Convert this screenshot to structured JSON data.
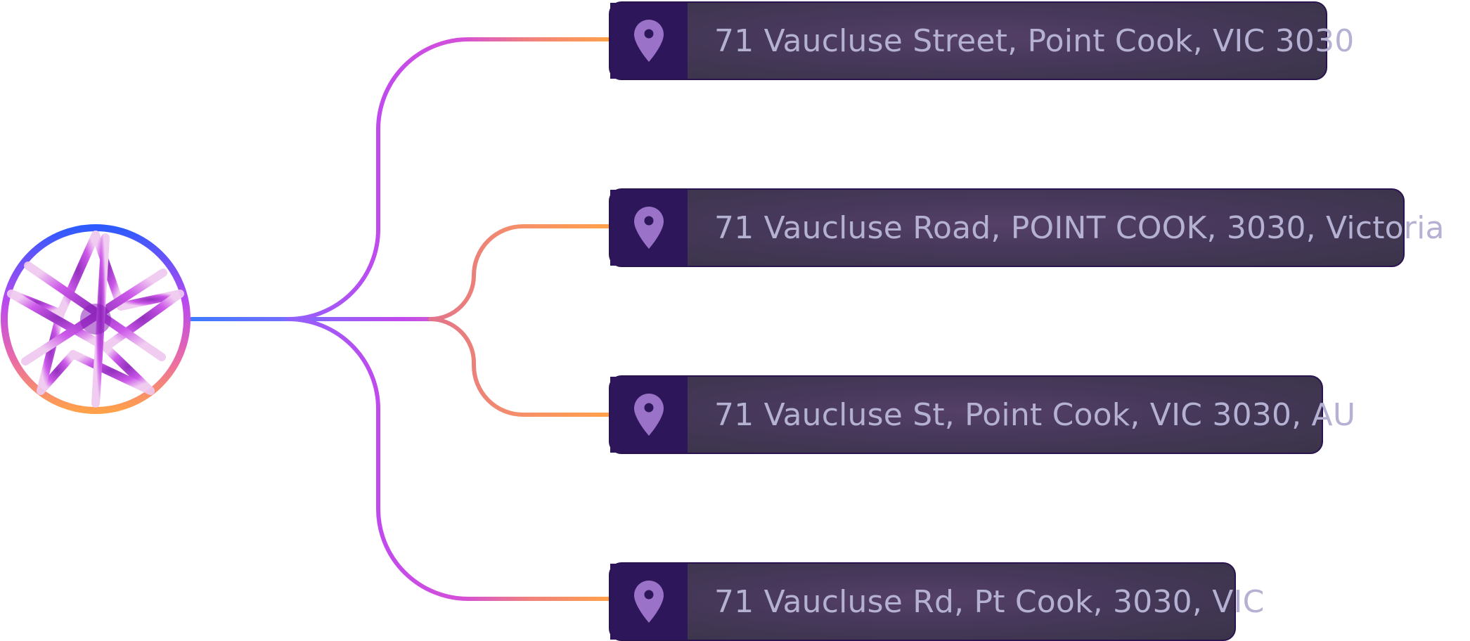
{
  "hub": {
    "icon": "network-star-icon"
  },
  "addresses": [
    {
      "icon": "location-pin-icon",
      "text": "71 Vaucluse Street, Point Cook, VIC 3030"
    },
    {
      "icon": "location-pin-icon",
      "text": "71 Vaucluse Road, POINT COOK, 3030, Victoria"
    },
    {
      "icon": "location-pin-icon",
      "text": "71 Vaucluse St, Point Cook, VIC 3030, AU"
    },
    {
      "icon": "location-pin-icon",
      "text": "71 Vaucluse Rd, Pt Cook, 3030, VIC"
    }
  ],
  "colors": {
    "connector_blue": "#3d7bff",
    "connector_violet": "#b146ee",
    "connector_orange": "#ff9f4a",
    "pin_box": "#2d175a",
    "pin": "#9a72c8",
    "card_text": "#b5b1d2"
  }
}
